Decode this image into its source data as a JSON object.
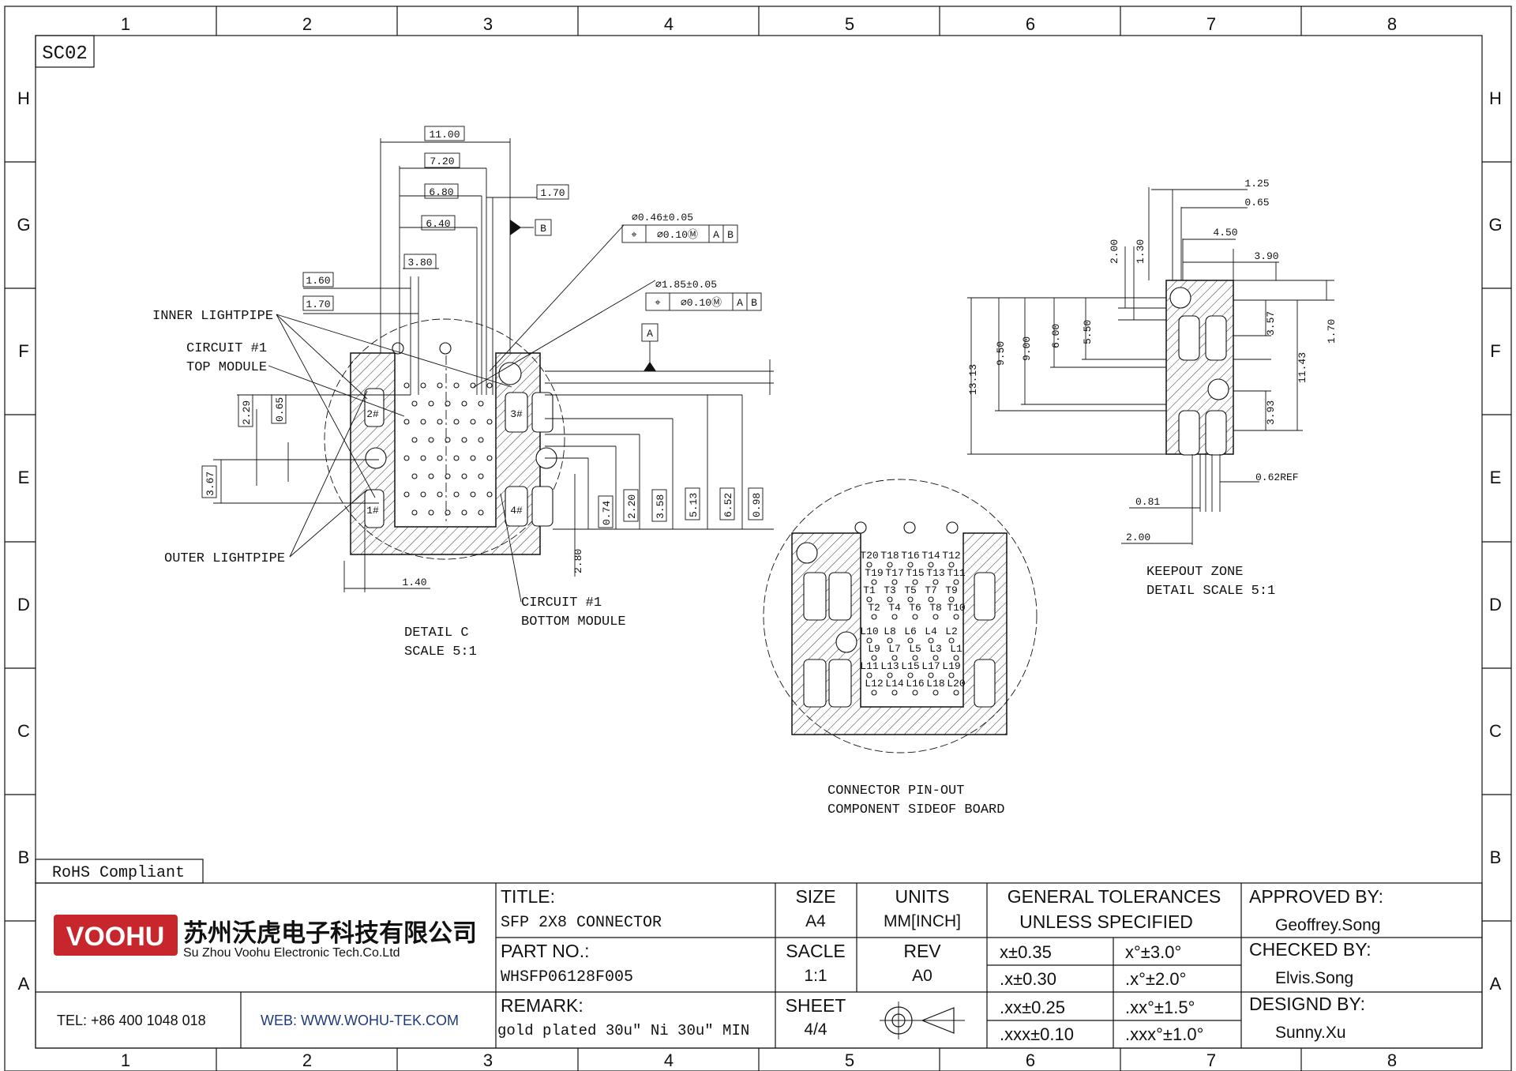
{
  "sheet_code": "SC02",
  "rohs": "RoHS Compliant",
  "zones_cols": [
    "1",
    "2",
    "3",
    "4",
    "5",
    "6",
    "7",
    "8"
  ],
  "zones_rows": [
    "H",
    "G",
    "F",
    "E",
    "D",
    "C",
    "B",
    "A"
  ],
  "detail_c": {
    "title": "DETAIL C",
    "scale": "SCALE 5:1",
    "inner_lightpipe": "INNER LIGHTPIPE",
    "outer_lightpipe": "OUTER LIGHTPIPE",
    "circuit_top_1": "CIRCUIT #1",
    "circuit_top_2": "TOP MODULE",
    "circuit_bot_1": "CIRCUIT #1",
    "circuit_bot_2": "BOTTOM MODULE",
    "dims_top": [
      "11.00",
      "7.20",
      "6.80",
      "6.40",
      "3.80",
      "1.70"
    ],
    "dims_left": [
      "1.60",
      "1.70"
    ],
    "dims_vert_left": [
      "2.29",
      "0.65",
      "3.67"
    ],
    "dims_vert_right": [
      "0.74",
      "2.20",
      "3.58",
      "5.13",
      "6.52",
      "0.98"
    ],
    "dim_280": "2.80",
    "dim_140": "1.40",
    "datum_b": "B",
    "datum_a": "A",
    "hole1_size": "⌀0.46±0.05",
    "hole1_frame": [
      "⌖",
      "⌀0.10Ⓜ",
      "A",
      "B"
    ],
    "hole2_size": "⌀1.85±0.05",
    "hole2_frame": [
      "⌖",
      "⌀0.10Ⓜ",
      "A",
      "B"
    ],
    "pipe_labels": [
      "2#",
      "3#",
      "1#",
      "4#"
    ]
  },
  "pinout": {
    "title1": "CONNECTOR PIN-OUT",
    "title2": "COMPONENT SIDEOF BOARD",
    "rows": [
      [
        "T20",
        "T18",
        "T16",
        "T14",
        "T12"
      ],
      [
        "T19",
        "T17",
        "T15",
        "T13",
        "T11"
      ],
      [
        "T1",
        "T3",
        "T5",
        "T7",
        "T9"
      ],
      [
        "T2",
        "T4",
        "T6",
        "T8",
        "T10"
      ],
      [
        "L10",
        "L8",
        "L6",
        "L4",
        "L2"
      ],
      [
        "L9",
        "L7",
        "L5",
        "L3",
        "L1"
      ],
      [
        "L11",
        "L13",
        "L15",
        "L17",
        "L19"
      ],
      [
        "L12",
        "L14",
        "L16",
        "L18",
        "L20"
      ]
    ]
  },
  "keepout": {
    "title": "KEEPOUT ZONE",
    "scale": "DETAIL SCALE 5:1",
    "dims_top": [
      "1.25",
      "0.65",
      "4.50",
      "3.90"
    ],
    "dims_vert_small": [
      "2.00",
      "1.30"
    ],
    "dims_left": [
      "13.13",
      "9.50",
      "9.00",
      "6.00",
      "5.50"
    ],
    "dims_right": [
      "3.57",
      "3.93",
      "11.43",
      "1.70"
    ],
    "dims_bottom": [
      "0.62REF",
      "0.81",
      "2.00"
    ]
  },
  "title_block": {
    "company_cn": "苏州沃虎电子科技有限公司",
    "company_en": "Su Zhou Voohu Electronic Tech.Co.Ltd",
    "logo": "VOOHU",
    "tel": "TEL: +86 400 1048 018",
    "web": "WEB: WWW.WOHU-TEK.COM",
    "title_label": "TITLE:",
    "title_value": "SFP 2X8 CONNECTOR",
    "partno_label": "PART NO.:",
    "partno_value": "WHSFP06128F005",
    "remark_label": "REMARK:",
    "remark_value": "gold plated 30u″ Ni 30u″ MIN",
    "size_label": "SIZE",
    "size_value": "A4",
    "units_label": "UNITS",
    "units_value": "MM[INCH]",
    "scale_label": "SACLE",
    "scale_value": "1:1",
    "rev_label": "REV",
    "rev_value": "A0",
    "sheet_label": "SHEET",
    "sheet_value": "4/4",
    "tol_h1": "GENERAL TOLERANCES",
    "tol_h2": "UNLESS SPECIFIED",
    "tol": [
      [
        "x±0.35",
        "x°±3.0°"
      ],
      [
        ".x±0.30",
        ".x°±2.0°"
      ],
      [
        ".xx±0.25",
        ".xx°±1.5°"
      ],
      [
        ".xxx±0.10",
        ".xxx°±1.0°"
      ]
    ],
    "approved_label": "APPROVED BY:",
    "approved_value": "Geoffrey.Song",
    "checked_label": "CHECKED BY:",
    "checked_value": "Elvis.Song",
    "designed_label": "DESIGND BY:",
    "designed_value": "Sunny.Xu"
  }
}
